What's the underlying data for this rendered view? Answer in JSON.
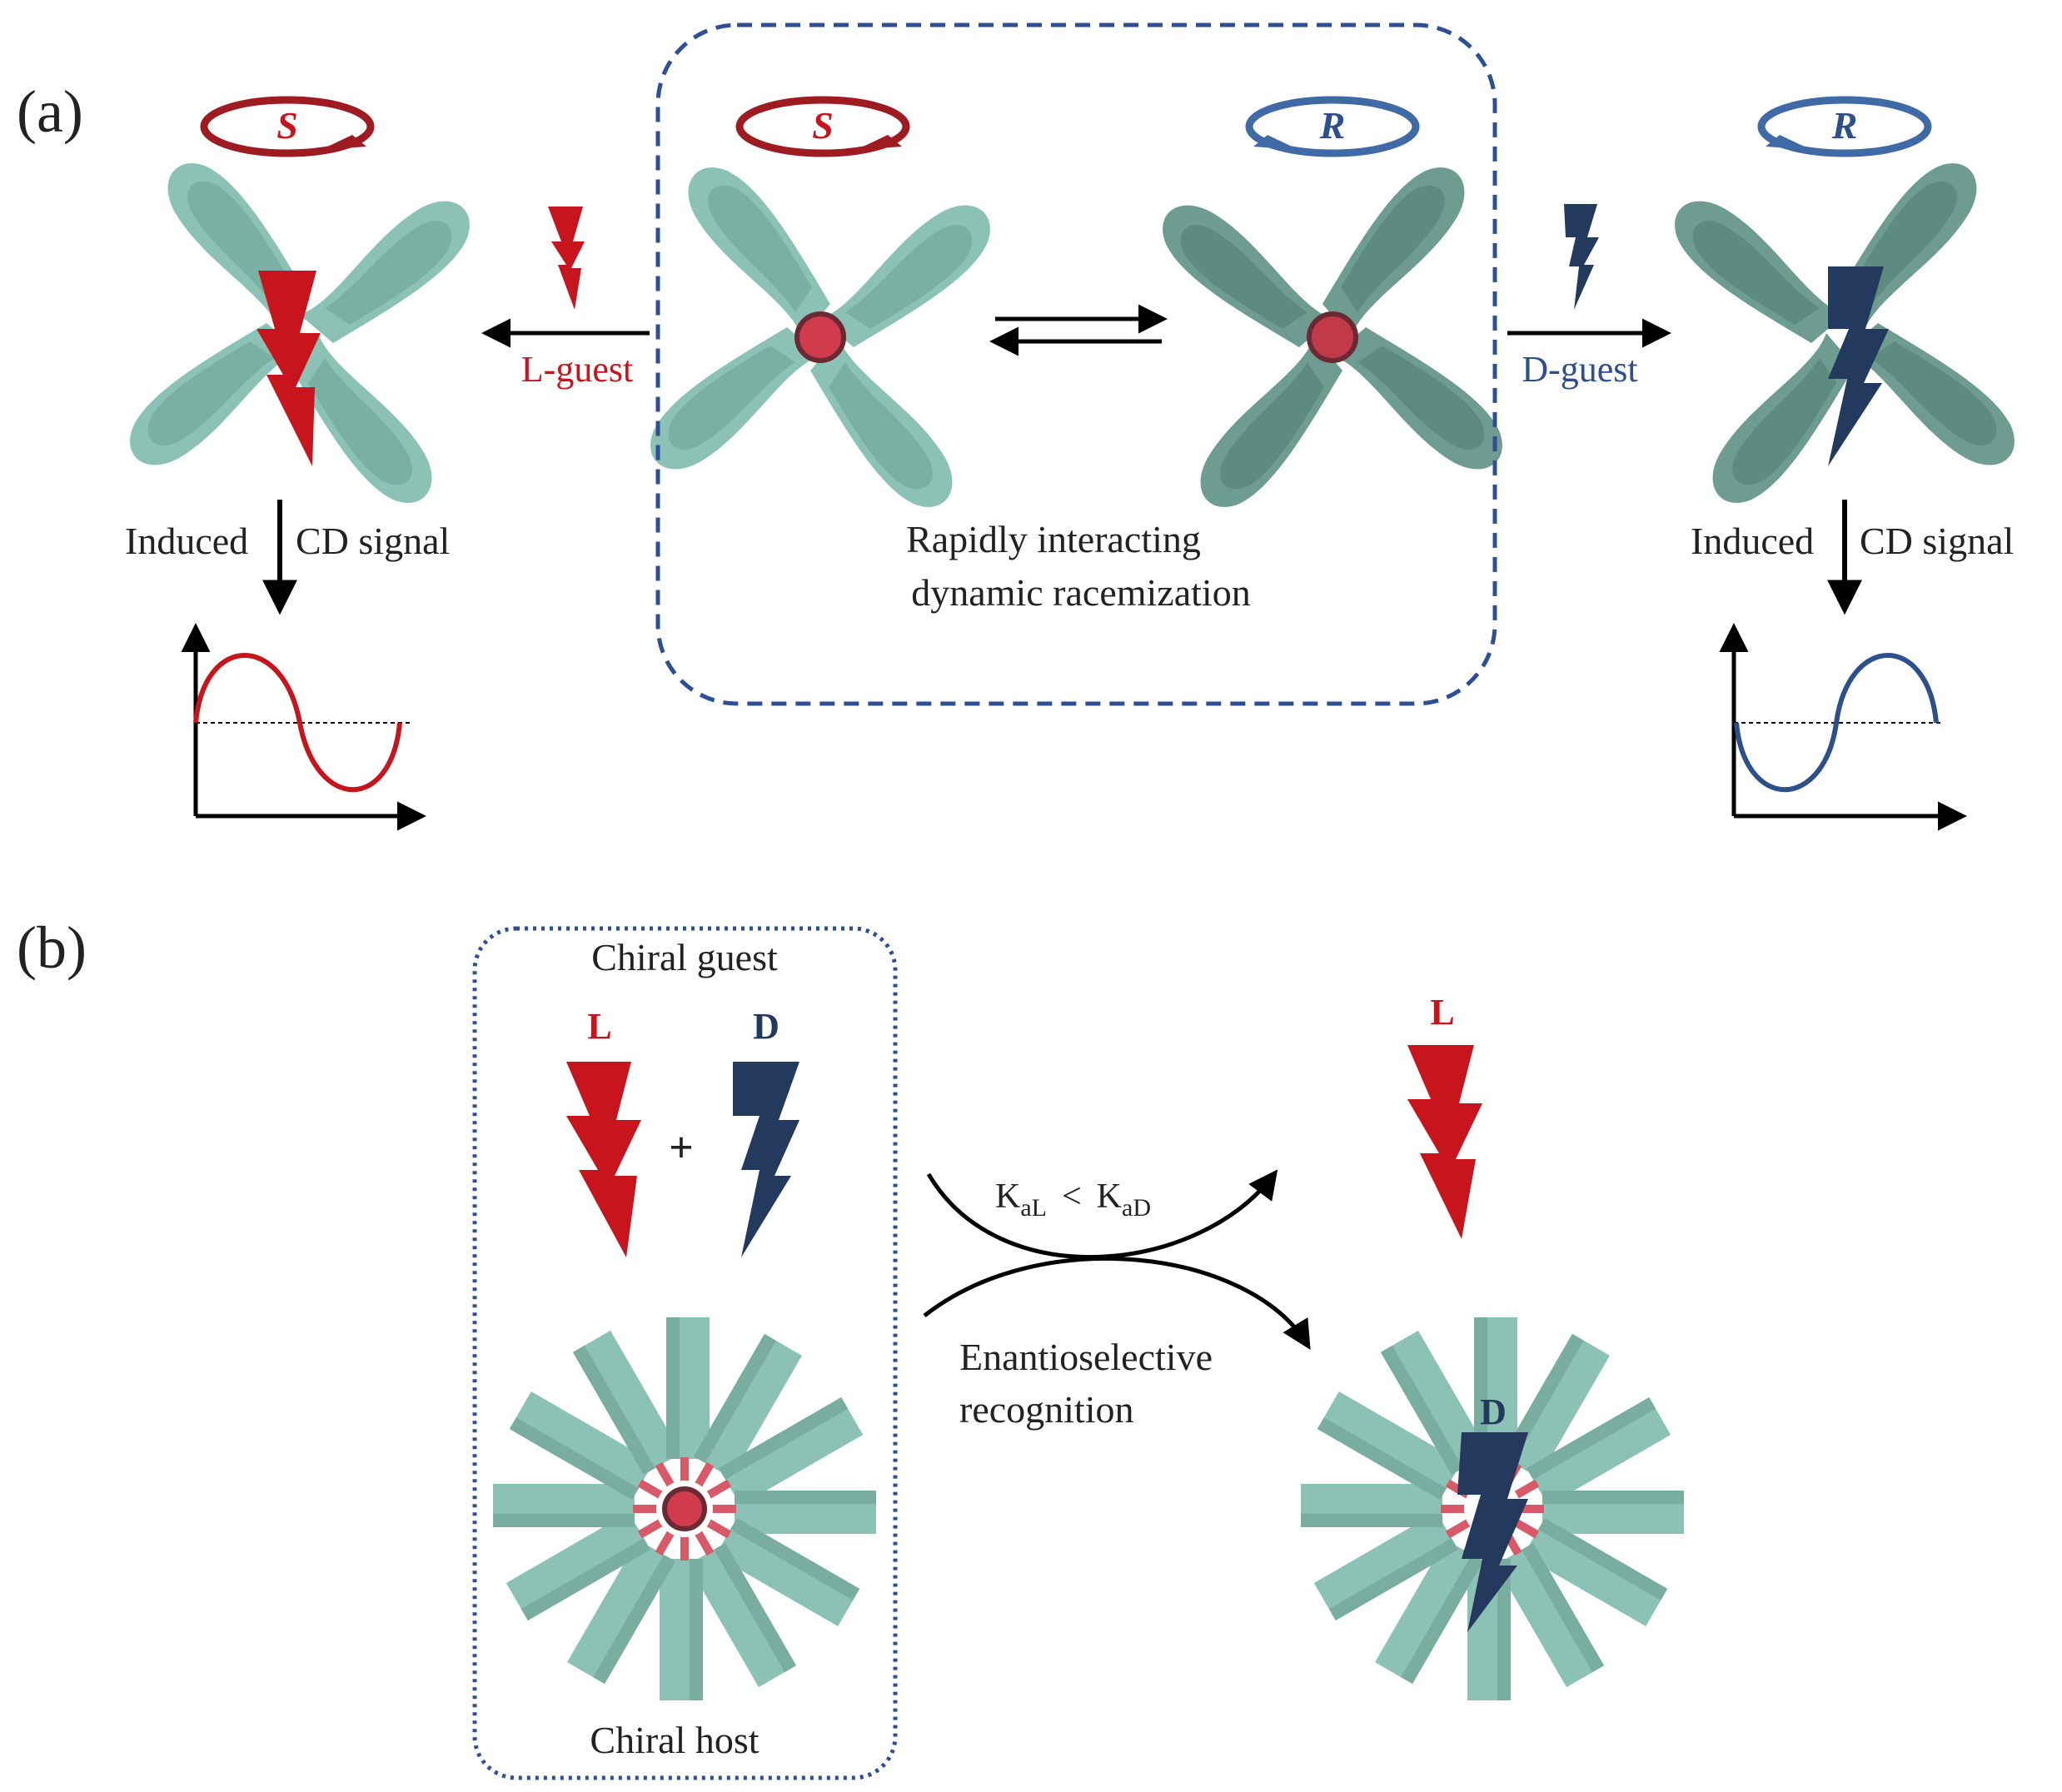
{
  "panel_a": {
    "label": "(a)",
    "s_text": "S",
    "r_text": "R",
    "l_guest": "L-guest",
    "d_guest": "D-guest",
    "induced_left_1": "Induced",
    "induced_left_2": "CD signal",
    "induced_right_1": "Induced",
    "induced_right_2": "CD signal",
    "center_line1": "Rapidly interacting",
    "center_line2": "dynamic racemization"
  },
  "panel_b": {
    "label": "(b)",
    "chiral_guest": "Chiral guest",
    "L_left": "L",
    "D_left": "D",
    "plus": "+",
    "K_main1": "K",
    "K_sub1": "aL",
    "K_lt": "<",
    "K_main2": "K",
    "K_sub2": "aD",
    "enantio1": "Enantioselective",
    "enantio2": "recognition",
    "L_right": "L",
    "D_right": "D",
    "chiral_host": "Chiral host"
  },
  "colors": {
    "red": "#c8141c",
    "navy": "#233a5e",
    "blue_text": "#2d4f8a",
    "teal_light": "#8cc2b6",
    "teal_dark": "#6f9c90",
    "frame_blue": "#2e4f96",
    "hub": "#d23b4b"
  }
}
